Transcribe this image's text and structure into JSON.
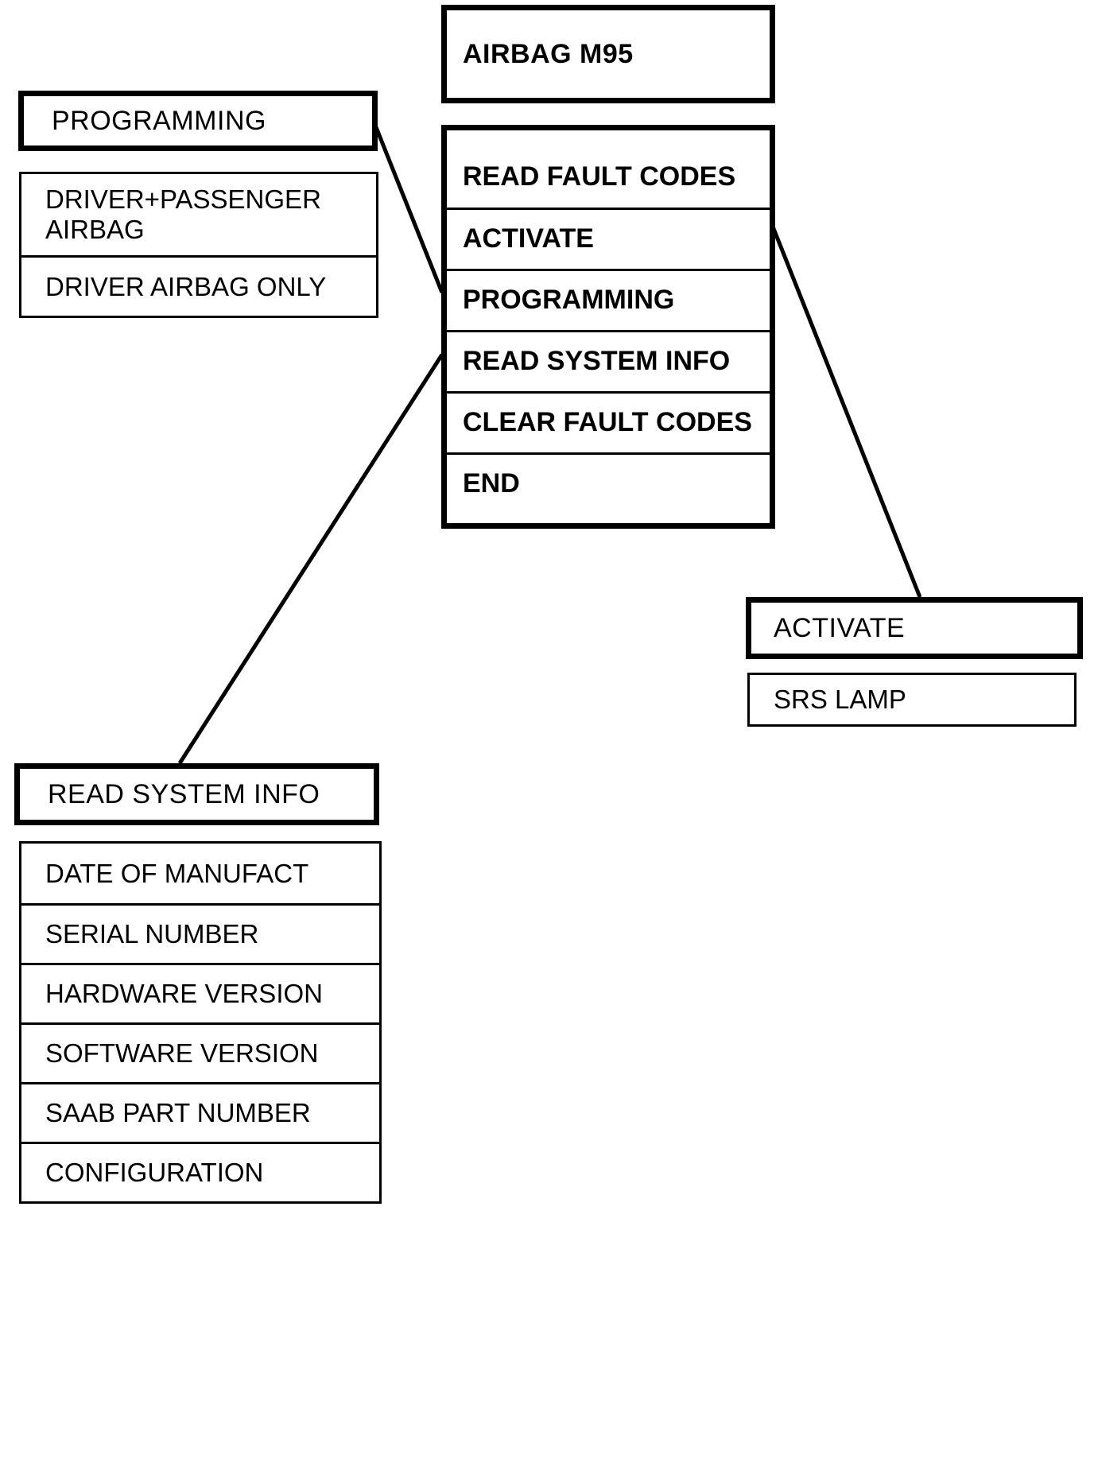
{
  "main": {
    "title": "AIRBAG M95",
    "items": [
      "READ FAULT CODES",
      "ACTIVATE",
      "PROGRAMMING",
      "READ SYSTEM INFO",
      "CLEAR FAULT CODES",
      "END"
    ]
  },
  "programming": {
    "header": "PROGRAMMING",
    "options": [
      "DRIVER+PASSENGER\nAIRBAG",
      "DRIVER AIRBAG ONLY"
    ]
  },
  "activate": {
    "header": "ACTIVATE",
    "options": [
      "SRS LAMP"
    ]
  },
  "read_system_info": {
    "header": "READ SYSTEM INFO",
    "options": [
      "DATE OF MANUFACT",
      "SERIAL NUMBER",
      "HARDWARE VERSION",
      "SOFTWARE VERSION",
      "SAAB PART NUMBER",
      "CONFIGURATION"
    ]
  }
}
